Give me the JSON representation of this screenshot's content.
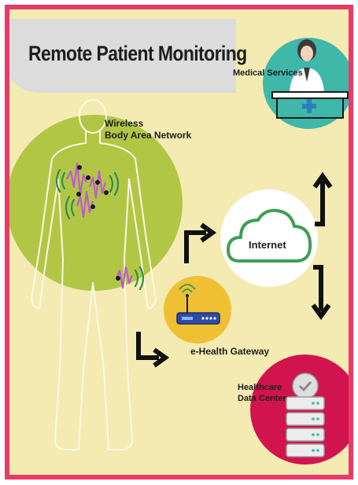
{
  "title": "Remote Patient Monitoring",
  "labels": {
    "wban_line1": "Wireless",
    "wban_line2": "Body Area Network",
    "medical_services": "Medical Services",
    "internet": "Internet",
    "gateway": "e-Health Gateway",
    "healthcare_line1": "Healthcare",
    "healthcare_line2": "Data Center"
  },
  "colors": {
    "frame": "#ea3a6a",
    "background": "#f3ebb2",
    "title_band": "#dcdcdc",
    "body_circle": "#b2c645",
    "medical_circle": "#3fb7a9",
    "gateway_circle": "#f0c034",
    "datacenter_circle": "#d2144e",
    "internet_circle": "#ffffff",
    "cloud": "#3f9e54",
    "sensor_wave": "#c05ad0"
  }
}
